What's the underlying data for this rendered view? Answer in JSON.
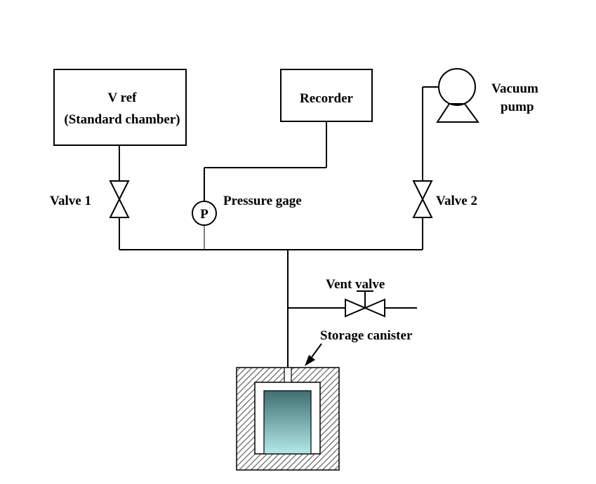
{
  "labels": {
    "vref_line1": "V ref",
    "vref_line2": "(Standard chamber)",
    "recorder": "Recorder",
    "vacuum_line1": "Vacuum",
    "vacuum_line2": "pump",
    "valve1": "Valve 1",
    "valve2": "Valve 2",
    "pressure_gage": "Pressure gage",
    "gage_symbol": "P",
    "vent_valve": "Vent valve",
    "storage_canister": "Storage canister"
  },
  "colors": {
    "line": "#000000",
    "background": "#ffffff",
    "canister_top": "#3f6e71",
    "canister_bottom": "#b3e9ea"
  }
}
